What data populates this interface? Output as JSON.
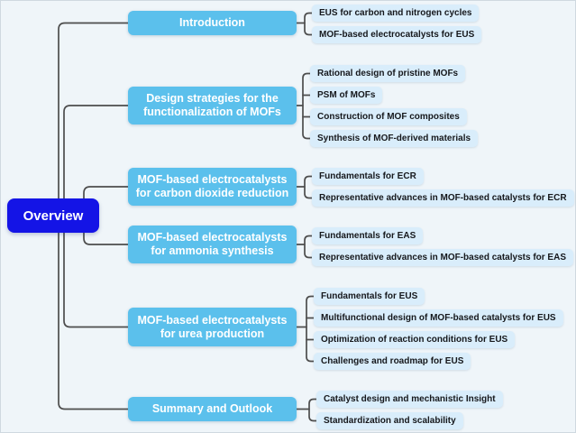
{
  "figure": {
    "root": {
      "label": "Overview"
    },
    "branches": [
      {
        "label": "Introduction",
        "children": [
          "EUS for carbon and nitrogen cycles",
          "MOF-based electrocatalysts for EUS"
        ]
      },
      {
        "label": "Design strategies for the functionalization of MOFs",
        "children": [
          "Rational design of pristine MOFs",
          "PSM of MOFs",
          "Construction of MOF composites",
          "Synthesis of MOF-derived materials"
        ]
      },
      {
        "label": "MOF-based electrocatalysts for carbon dioxide reduction",
        "children": [
          "Fundamentals for ECR",
          "Representative advances in MOF-based catalysts for ECR"
        ]
      },
      {
        "label": "MOF-based electrocatalysts for ammonia synthesis",
        "children": [
          "Fundamentals for EAS",
          "Representative advances in MOF-based catalysts for EAS"
        ]
      },
      {
        "label": "MOF-based electrocatalysts for urea production",
        "children": [
          "Fundamentals for EUS",
          "Multifunctional design of MOF-based catalysts for EUS",
          "Optimization of reaction conditions for EUS",
          "Challenges and roadmap for EUS"
        ]
      },
      {
        "label": "Summary and Outlook",
        "children": [
          "Catalyst design and mechanistic Insight",
          "Standardization and scalability"
        ]
      }
    ],
    "colors": {
      "background": "#eff5f9",
      "root_fill": "#1414e6",
      "root_text": "#ffffff",
      "branch_fill": "#5bc0ec",
      "branch_text": "#ffffff",
      "leaf_fill": "#d9edfb",
      "leaf_text": "#16181c",
      "connector": "#4d4d4d"
    }
  }
}
